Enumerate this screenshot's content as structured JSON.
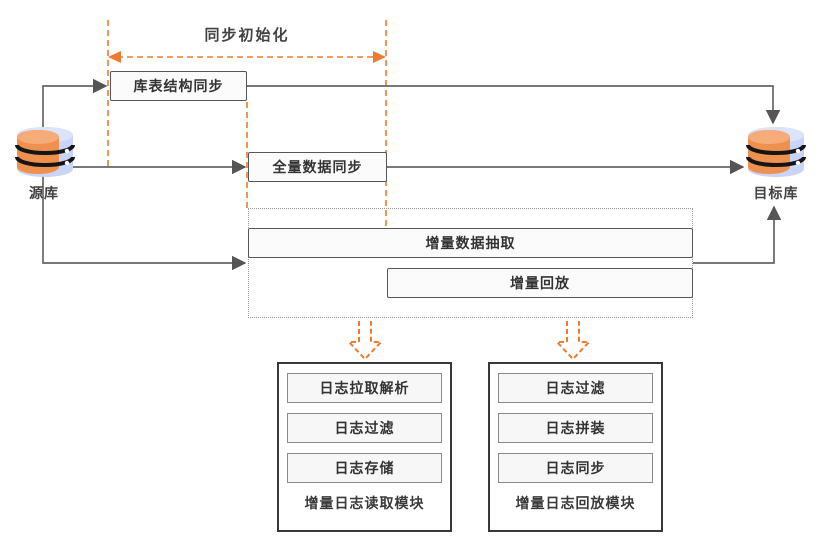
{
  "colors": {
    "accent_orange": "#ED7B2F",
    "line_gray": "#666666",
    "box_border": "#565656",
    "module_border": "#383838",
    "text_dark": "#333333",
    "db_blue": "#C9D4F8",
    "db_blue_light": "#DCE4FB",
    "db_orange": "#F08C44",
    "db_orange_light": "#F5AC78"
  },
  "diagram": {
    "title": "同步初始化",
    "source_db": "源库",
    "target_db": "目标库",
    "steps": {
      "schema_sync": "库表结构同步",
      "full_sync": "全量数据同步",
      "incremental_extract": "增量数据抽取",
      "incremental_replay": "增量回放"
    },
    "read_module": {
      "title": "增量日志读取模块",
      "steps": [
        "日志拉取解析",
        "日志过滤",
        "日志存储"
      ]
    },
    "replay_module": {
      "title": "增量日志回放模块",
      "steps": [
        "日志过滤",
        "日志拼装",
        "日志同步"
      ]
    }
  }
}
